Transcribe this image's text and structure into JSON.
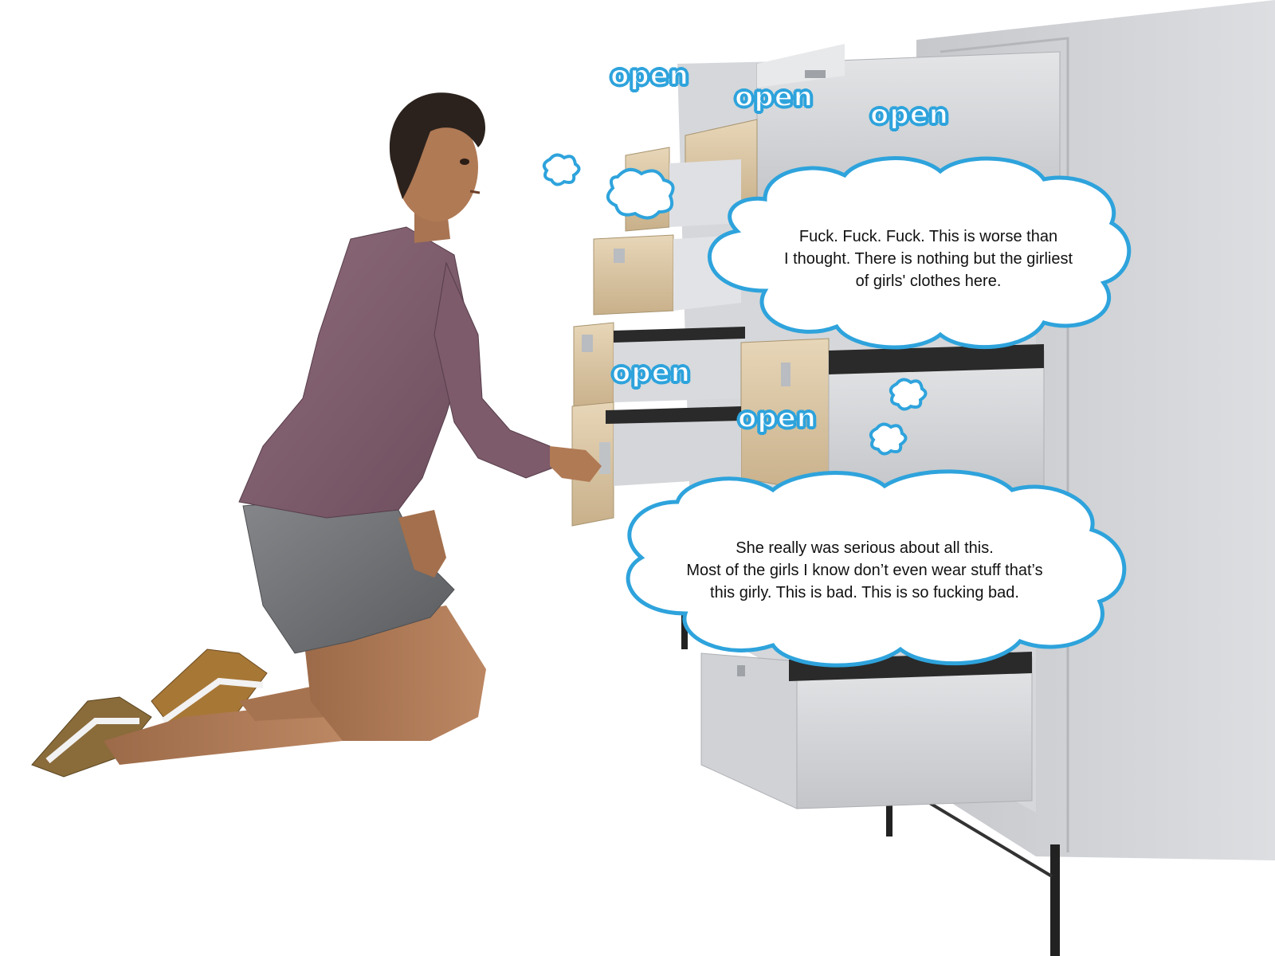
{
  "sound_effects": {
    "sfx_1": "open",
    "sfx_2": "open",
    "sfx_3": "open",
    "sfx_4": "open",
    "sfx_5": "open"
  },
  "bubbles": {
    "top": {
      "lines": [
        "Fuck. Fuck. Fuck. This is worse than",
        "I thought. There is nothing but the girliest",
        "of girls' clothes here."
      ]
    },
    "bottom": {
      "lines": [
        "She really was serious about all this.",
        "Most of the girls I know don’t even wear stuff that’s",
        "this girly. This is bad. This is so fucking bad."
      ]
    }
  },
  "colors": {
    "bubble_outline": "#2ea3dc",
    "sfx_outline": "#2ea3dc",
    "dresser": "#c9cbcf",
    "blouse": "#7d5b6b",
    "skirt": "#6e7073",
    "skin": "#b07a55",
    "hair": "#2b221d"
  }
}
